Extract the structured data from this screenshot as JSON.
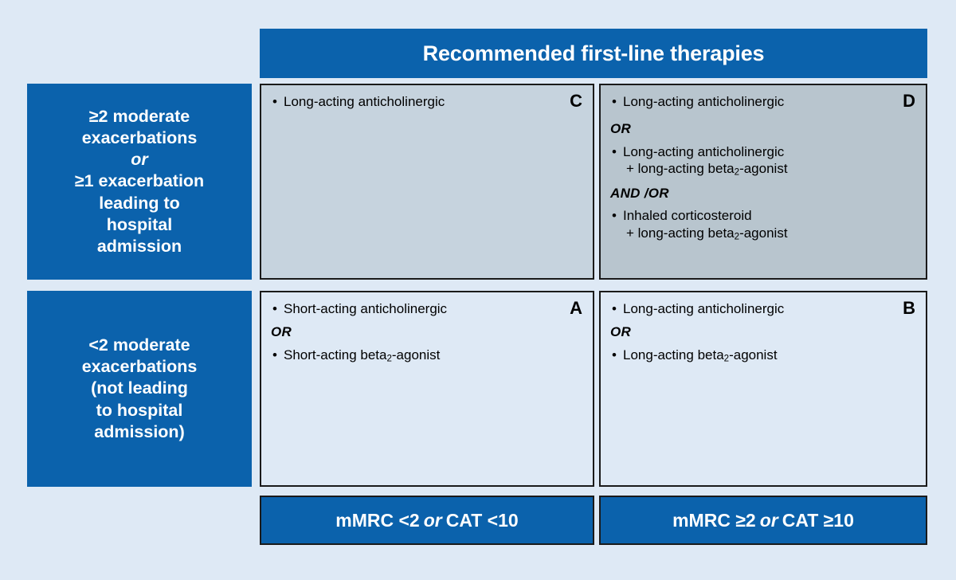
{
  "background_color": "#dee9f5",
  "accent_blue": "#0b62ac",
  "header": {
    "title": "Recommended first-line therapies"
  },
  "row_labels": [
    {
      "id": "high-risk",
      "lines": [
        "≥2 moderate",
        "exacerbations"
      ],
      "conjunction": "or",
      "lines2": [
        "≥1 exacerbation",
        "leading to",
        "hospital",
        "admission"
      ]
    },
    {
      "id": "low-risk",
      "lines": [
        "<2 moderate",
        "exacerbations",
        "(not leading",
        "to hospital",
        "admission)"
      ],
      "conjunction": "",
      "lines2": []
    }
  ],
  "cells": {
    "C": {
      "letter": "C",
      "fill": "#c6d3de",
      "items": [
        {
          "kind": "bullet",
          "text": "Long-acting anticholinergic"
        }
      ]
    },
    "D": {
      "letter": "D",
      "fill": "#b8c5ce",
      "items": [
        {
          "kind": "bullet",
          "text": "Long-acting anticholinergic"
        },
        {
          "kind": "conj",
          "text": "OR"
        },
        {
          "kind": "bullet",
          "text": "Long-acting anticholinergic"
        },
        {
          "kind": "cont",
          "text": "+ long-acting beta₂-agonist"
        },
        {
          "kind": "conj",
          "text": "AND /OR"
        },
        {
          "kind": "bullet",
          "text": "Inhaled  corticosteroid"
        },
        {
          "kind": "cont",
          "text": "+ long-acting beta₂-agonist"
        }
      ]
    },
    "A": {
      "letter": "A",
      "fill": "#dee9f5",
      "items": [
        {
          "kind": "bullet",
          "text": "Short-acting anticholinergic"
        },
        {
          "kind": "conj",
          "text": "OR"
        },
        {
          "kind": "bullet",
          "text": "Short-acting beta₂-agonist"
        }
      ]
    },
    "B": {
      "letter": "B",
      "fill": "#dee9f5",
      "items": [
        {
          "kind": "bullet",
          "text": "Long-acting anticholinergic"
        },
        {
          "kind": "conj",
          "text": "OR"
        },
        {
          "kind": "bullet",
          "text": "Long-acting beta₂-agonist"
        }
      ]
    }
  },
  "footer": {
    "left": {
      "pre": "mMRC <2",
      "conj": "or",
      "post": "CAT <10"
    },
    "right": {
      "pre": "mMRC ≥2",
      "conj": "or",
      "post": "CAT ≥10"
    }
  }
}
